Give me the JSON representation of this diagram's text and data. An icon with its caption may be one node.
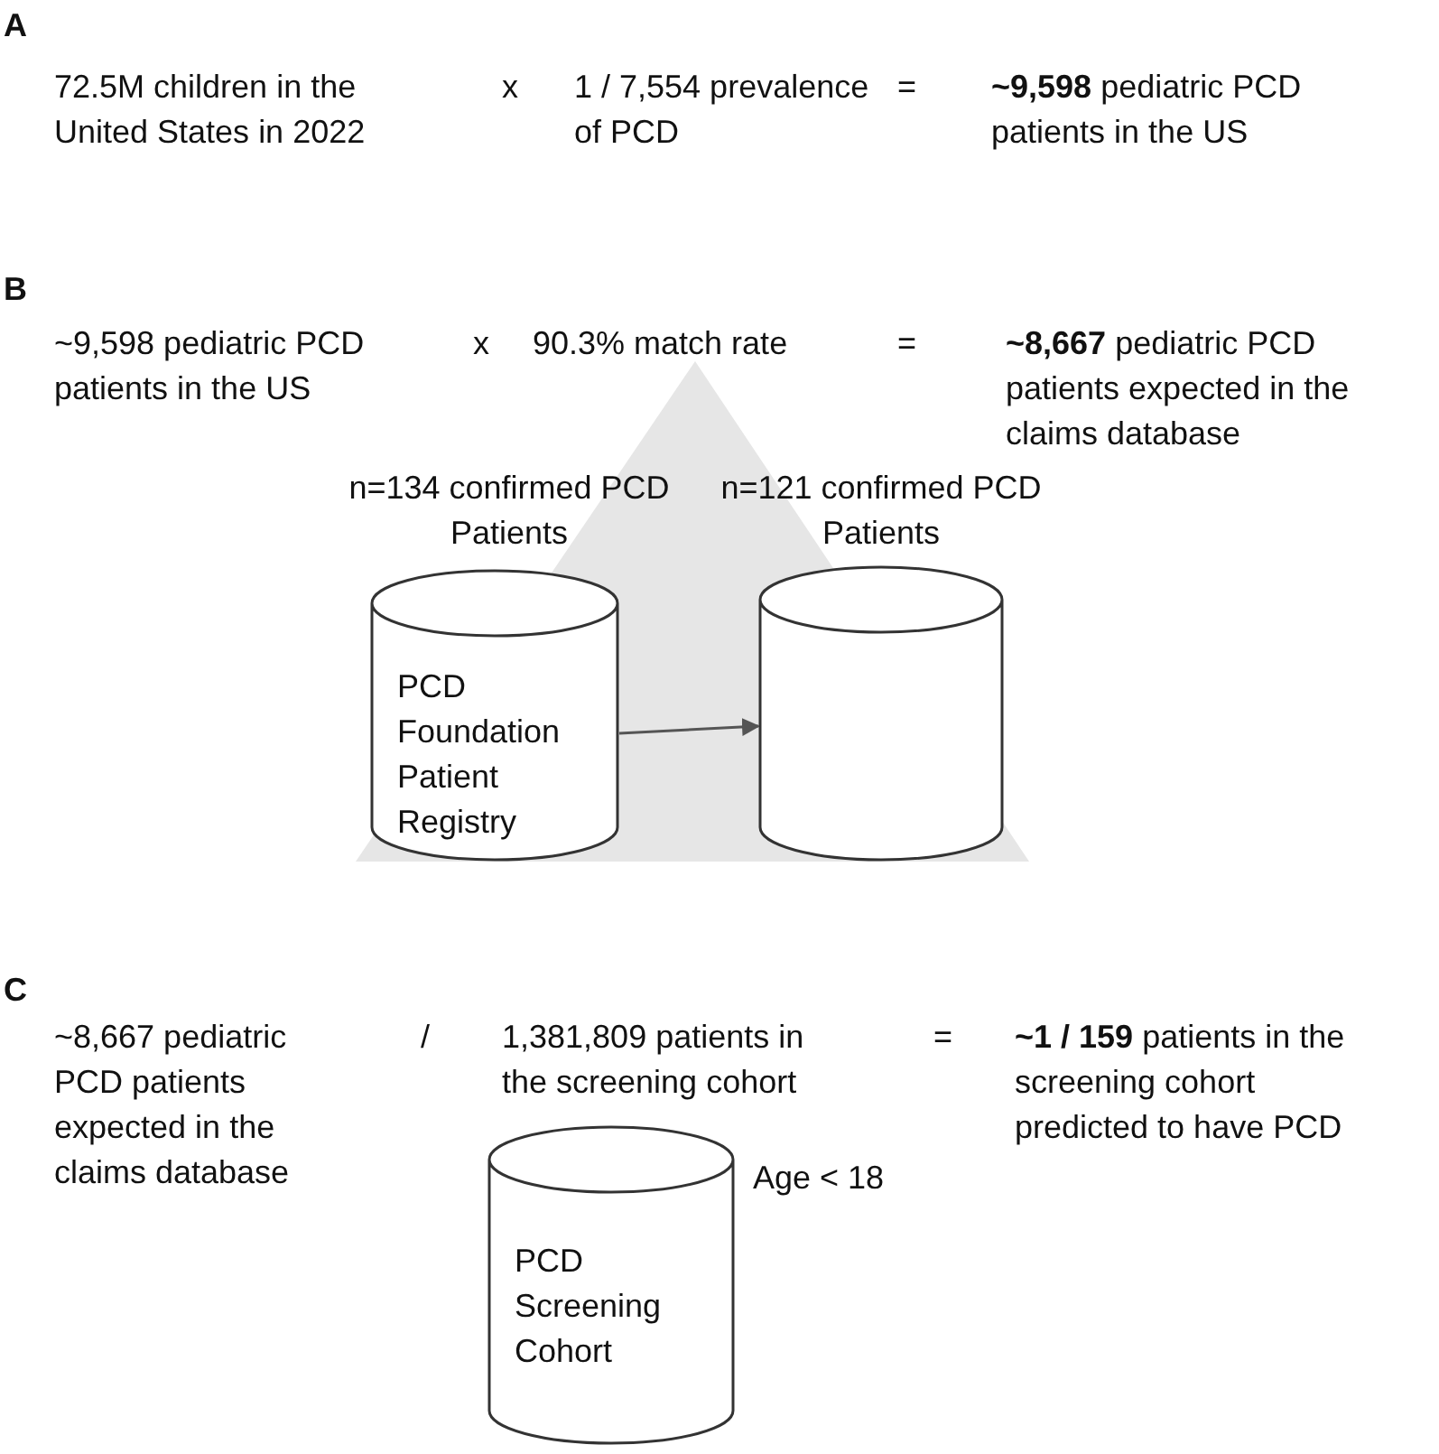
{
  "diagram": {
    "nodes": [
      {
        "text": [
          "PCD Foundation Patient Registry"
        ],
        "beside": [
          "n=134 confirmed PCD Patients"
        ]
      },
      {
        "text": [],
        "shape": "cylinder",
        "beside": [
          "n=121 confirmed PCD Patients"
        ]
      },
      {
        "text": [
          "PCD Screening Cohort"
        ],
        "beside": [
          "Age < 18"
        ]
      }
    ],
    "edges": [
      {
        "from": 0,
        "to": 1,
        "arrow": "to"
      }
    ],
    "labels": [
      "A",
      "72.5M children in the United States in 2022",
      "x",
      "1 / 7,554 prevalence of PCD",
      "=",
      "**~9,598** pediatric PCD patients in the US",
      "B",
      "~9,598 pediatric PCD patients in the US",
      "x",
      "90.3% match rate",
      "=",
      "**~8,667** pediatric PCD patients expected in the claims database",
      "C",
      "~8,667 pediatric PCD patients expected in the claims database",
      "/",
      "1,381,809 patients in the screening cohort",
      "=",
      "**~1 / 159** patients in the screening cohort predicted to have PCD"
    ]
  }
}
